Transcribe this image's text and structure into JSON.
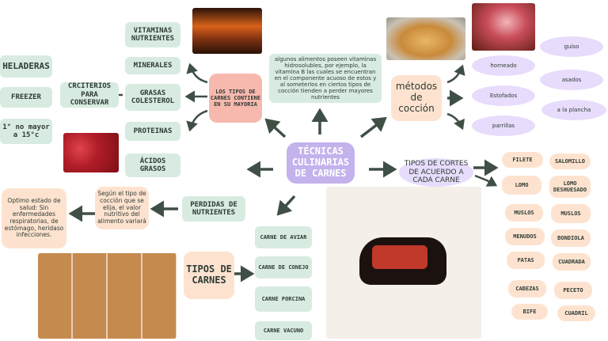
{
  "center": {
    "title": "TÉCNICAS CULINARIAS DE CARNES"
  },
  "left_top": {
    "main": "LOS TIPOS DE CARNES CONTIENE EN SU MAYORIA",
    "vitaminas": "VITAMINAS NUTRIENTES",
    "minerales": "MINERALES",
    "grasas": "GRASAS COLESTEROL",
    "proteinas": "PROTEINAS",
    "acidos": "ÁCIDOS GRASOS"
  },
  "conservar": {
    "title": "CRCITERIOS PARA CONSERVAR",
    "heladeras": "HELADERAS",
    "freezer": "FREEZER",
    "temp": "1° no mayor a 15°c"
  },
  "top_text": "algunos alimentos poseen vitaminas hidrosolubles, por ejemplo, la vitamina B las cuales se encuentran en el componente acuoso de estos y al someterlos en ciertos tipos de cocción tienden a perder mayores nutrientes",
  "metodos": {
    "title": "métodos de cocción",
    "items": [
      "horneado",
      "Estofados",
      "parrillas",
      "guiso",
      "asados",
      "a la plancha"
    ]
  },
  "perdidas": {
    "title": "PERDIDAS DE NUTRIENTES",
    "text": "Según el tipo de cocción que se elija, el valor nutritivo del alimento variará",
    "result": "Optimo estado de salud: Sin enfermedades respiratorias, de estómago, heridaso infecciones."
  },
  "tipos": {
    "title": "TIPOS DE CARNES",
    "items": [
      "CARNE DE AVIAR",
      "CARNE DE CONEJO",
      "CARNE PORCINA",
      "CARNE VACUNO"
    ]
  },
  "cortes": {
    "title": "TIPOS DE CORTES DE ACUERDO A CADA CARNE",
    "items": [
      "FILETE",
      "SALOMILLO",
      "LOMO",
      "LOMO DESHUESADO",
      "MUSLOS",
      "MUSLOS",
      "MENUDOS",
      "BONDIOLA",
      "PATAS",
      "CUADRADA",
      "CABEZAS",
      "PECETO",
      "BIFE",
      "CUADRIL"
    ]
  },
  "colors": {
    "green": "#d8ebe1",
    "peach": "#fde3cf",
    "pink": "#f7b9ae",
    "lavender": "#e7dcfb",
    "purple": "#c3b2ec",
    "arrow": "#3f4f46"
  }
}
